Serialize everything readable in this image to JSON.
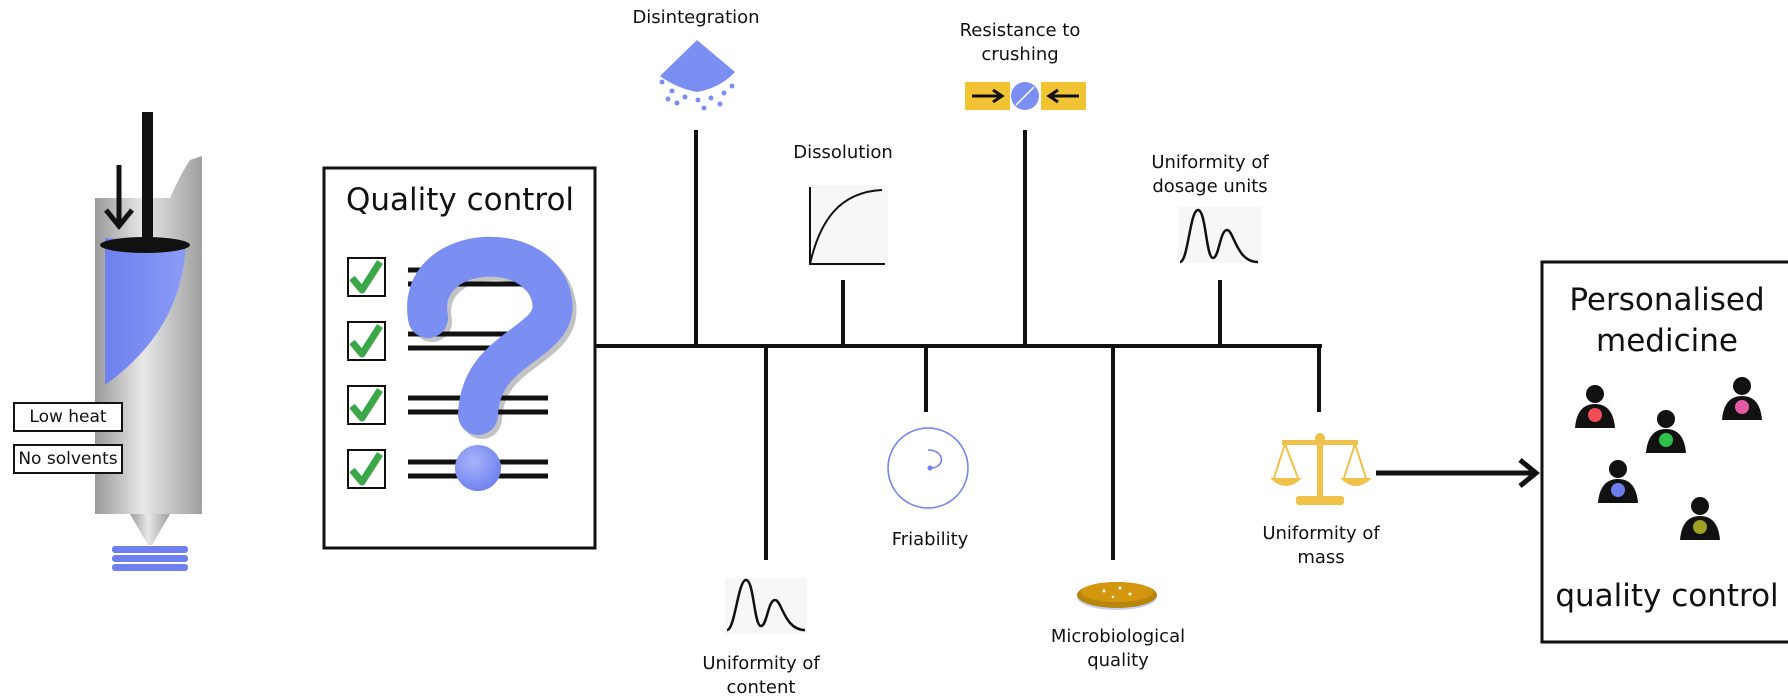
{
  "printer": {
    "tags": [
      "Low heat",
      "No solvents"
    ]
  },
  "quality_box": {
    "title": "Quality control"
  },
  "tests": {
    "disintegration": "Disintegration",
    "resistance_line1": "Resistance to",
    "resistance_line2": "crushing",
    "dissolution": "Dissolution",
    "uod_line1": "Uniformity of",
    "uod_line2": "dosage units",
    "uoc_line1": "Uniformity of",
    "uoc_line2": "content",
    "friability": "Friability",
    "micro_line1": "Microbiological",
    "micro_line2": "quality",
    "uom_line1": "Uniformity of",
    "uom_line2": "mass"
  },
  "personalised": {
    "title_line1": "Personalised",
    "title_line2": "medicine",
    "subtitle": "quality control"
  },
  "colors": {
    "accent_blue": "#7b8ff2",
    "check_green": "#3aa84a",
    "yellow": "#f2c433",
    "gold": "#f0c24a",
    "dish_orange": "#c98a0a",
    "printer_gray": "#bdbdbd",
    "person_colors": [
      "#f04d55",
      "#2ec24a",
      "#e25aa4",
      "#6c7df0",
      "#a0a024"
    ]
  }
}
